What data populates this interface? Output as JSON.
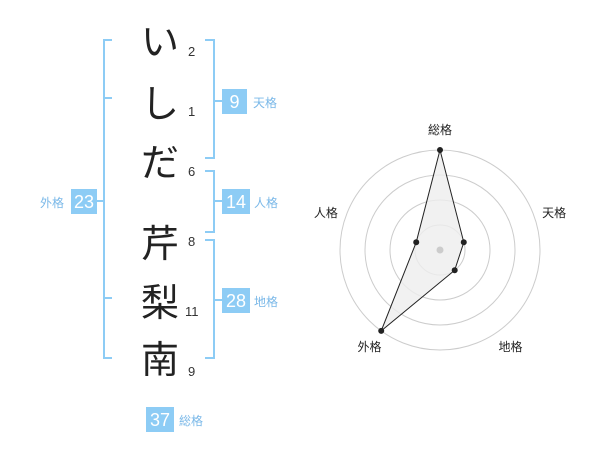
{
  "name": {
    "chars": [
      {
        "char": "い",
        "strokes": "2"
      },
      {
        "char": "し",
        "strokes": "1"
      },
      {
        "char": "だ",
        "strokes": "6"
      },
      {
        "char": "芹",
        "strokes": "8"
      },
      {
        "char": "梨",
        "strokes": "11"
      },
      {
        "char": "南",
        "strokes": "9"
      }
    ]
  },
  "kakusu": {
    "tenkaku": {
      "label": "天格",
      "value": "9"
    },
    "jinkaku": {
      "label": "人格",
      "value": "14"
    },
    "chikaku": {
      "label": "地格",
      "value": "28"
    },
    "gaikaku": {
      "label": "外格",
      "value": "23"
    },
    "soukaku": {
      "label": "総格",
      "value": "37"
    }
  },
  "colors": {
    "accent": "#8dccf5",
    "accent_text": "#7ab8e8",
    "ink": "#222222",
    "grid": "#cccccc",
    "area_fill": "#eeeeee",
    "center_dot": "#cccccc"
  },
  "chart_data": {
    "type": "radar",
    "axes": [
      "総格",
      "天格",
      "地格",
      "外格",
      "人格"
    ],
    "values": [
      4,
      1,
      1,
      4,
      1
    ],
    "rings": 4
  }
}
